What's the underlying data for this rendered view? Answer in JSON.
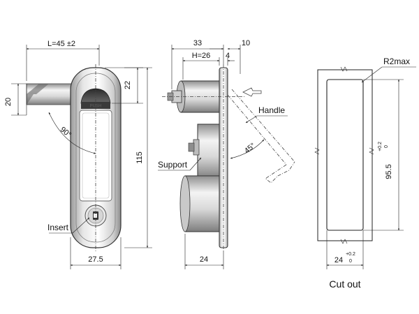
{
  "front_view": {
    "dim_length": "L=45 ±2",
    "dim_22": "22",
    "dim_20": "20",
    "dim_115": "115",
    "dim_27_5": "27.5",
    "angle": "90°",
    "push_label": "PUSH",
    "insert_label": "Insert"
  },
  "side_view": {
    "dim_33": "33",
    "dim_10": "10",
    "dim_h": "H=26",
    "dim_4": "4",
    "dim_24": "24",
    "angle": "45°",
    "handle_label": "Handle",
    "support_label": "Support"
  },
  "cutout": {
    "radius": "R2max",
    "height": "95.5",
    "height_tol_upper": "+0.2",
    "height_tol_lower": "0",
    "width": "24",
    "width_tol_upper": "+0.2",
    "width_tol_lower": "0",
    "caption": "Cut out"
  }
}
